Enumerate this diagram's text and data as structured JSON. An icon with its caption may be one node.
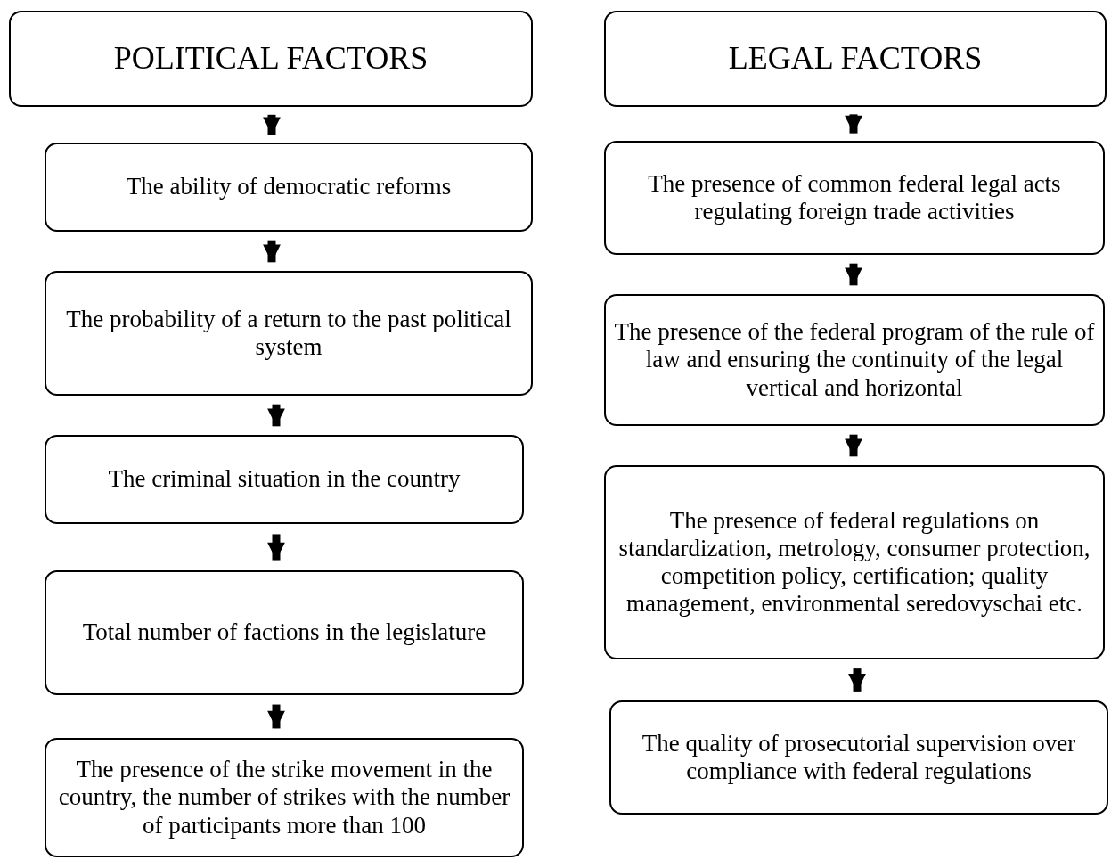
{
  "diagram": {
    "nodes": [
      {
        "text": [
          "POLITICAL FACTORS"
        ]
      },
      {
        "text": [
          "The ability of democratic reforms"
        ]
      },
      {
        "text": [
          "The probability of a return to the past political system"
        ]
      },
      {
        "text": [
          "The criminal situation in the country"
        ]
      },
      {
        "text": [
          "Total number of factions in the legislature"
        ]
      },
      {
        "text": [
          "The presence of the strike movement in the country, the number of strikes with the number of participants more than 100"
        ]
      },
      {
        "text": [
          "LEGAL FACTORS"
        ]
      },
      {
        "text": [
          "The presence of common federal legal acts regulating foreign trade activities"
        ]
      },
      {
        "text": [
          "The presence of the federal program of the rule of law and ensuring the continuity of the legal vertical and horizontal"
        ]
      },
      {
        "text": [
          "The presence of federal regulations on standardization, metrology, consumer protection, competition policy, certification; quality management, environmental seredovyschai etc."
        ]
      },
      {
        "text": [
          "The quality of prosecutorial supervision over compliance with federal regulations"
        ]
      }
    ],
    "edges": [
      {
        "from": 0,
        "to": 1,
        "arrow": "to"
      },
      {
        "from": 1,
        "to": 2,
        "arrow": "to"
      },
      {
        "from": 2,
        "to": 3,
        "arrow": "to"
      },
      {
        "from": 3,
        "to": 4,
        "arrow": "to"
      },
      {
        "from": 4,
        "to": 5,
        "arrow": "to"
      },
      {
        "from": 6,
        "to": 7,
        "arrow": "to"
      },
      {
        "from": 7,
        "to": 8,
        "arrow": "to"
      },
      {
        "from": 8,
        "to": 9,
        "arrow": "to"
      },
      {
        "from": 9,
        "to": 10,
        "arrow": "to"
      }
    ]
  }
}
